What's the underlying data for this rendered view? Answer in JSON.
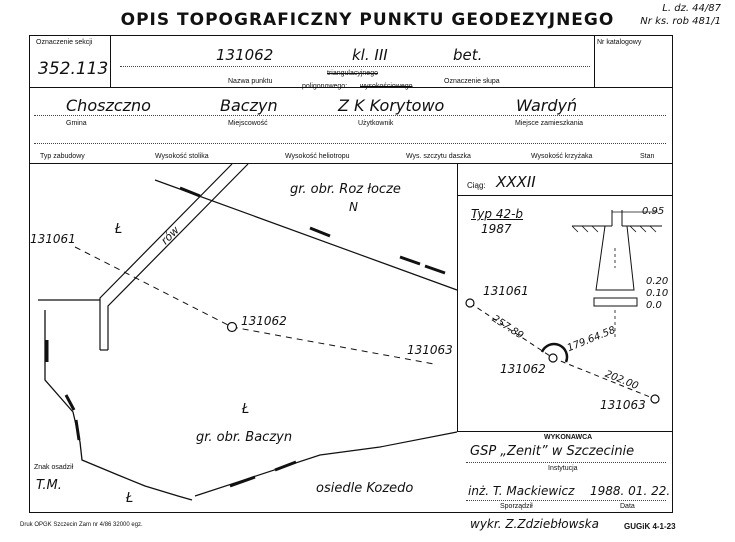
{
  "header": {
    "title": "OPIS TOPOGRAFICZNY PUNKTU GEODEZYJNEGO",
    "corner_line1": "L. dz. 44/87",
    "corner_line2": "Nr ks. rob 481/1"
  },
  "section": {
    "label": "Oznaczenie sekcji",
    "value": "352.113"
  },
  "catalog": {
    "label": "Nr katalogowy"
  },
  "point": {
    "name": "131062",
    "class": "kl. III",
    "marking": "bet.",
    "name_label": "Nazwa punktu",
    "type_struck": "triangulacyjnego",
    "type_label": "poligonowego:",
    "type_struck2": "wysokościowego",
    "marker_label": "Oznaczenie słupa"
  },
  "location": {
    "gmina": "Choszczno",
    "gmina_label": "Gmina",
    "miejscowosc": "Baczyn",
    "miejscowosc_label": "Miejscowość",
    "uzytkownik": "Z K Korytowo",
    "uzytkownik_label": "Użytkownik",
    "zamieszkania": "Wardyń",
    "zamieszkania_label": "Miejsce zamieszkania"
  },
  "attributes": {
    "typ_zabudowy": "Typ zabudowy",
    "wys_stolika": "Wysokość stolika",
    "wys_heliotropu": "Wysokość heliotropu",
    "wys_szczytu": "Wys. szczytu daszka",
    "wys_krzyzaka": "Wysokość krzyżaka",
    "stan": "Stan"
  },
  "map": {
    "label_rowy": "rów",
    "label_L1": "Ł",
    "label_L2": "Ł",
    "label_L3": "Ł",
    "label_roz": "gr. obr. Roz łocze",
    "label_N": "N",
    "label_baczyn": "gr. obr. Baczyn",
    "label_osiedle": "osiedle Kozedo",
    "pt_131061": "131061",
    "pt_131062": "131062",
    "pt_131063": "131063",
    "znak_label": "Znak osadził",
    "znak_value": "T.M."
  },
  "right_panel": {
    "ciag_label": "Ciąg:",
    "ciag_value": "XXXII",
    "typ": "Typ 42-b",
    "year": "1987",
    "dim_top": "0.95",
    "dim_a": "0.20",
    "dim_b": "0.10",
    "dim_c": "0.0",
    "pt_131061": "131061",
    "pt_131062": "131062",
    "pt_131063": "131063",
    "dist1": "257.89",
    "angle": "179.64.58",
    "dist2": "202.00"
  },
  "execution": {
    "wykonawca_label": "WYKONAWCA",
    "institution": "GSP „Zenit” w Szczecinie",
    "institution_label": "Instytucja",
    "person": "inż. T. Mackiewicz",
    "date": "1988. 01. 22.",
    "person_label": "Sporządził",
    "date_label": "Data"
  },
  "footer": {
    "druk": "Druk OPGK Szczecin Zam nr 4/86 32000 egz.",
    "wykr": "wykr. Z.Zdziebłowska",
    "code": "GUGiK 4-1-23"
  }
}
